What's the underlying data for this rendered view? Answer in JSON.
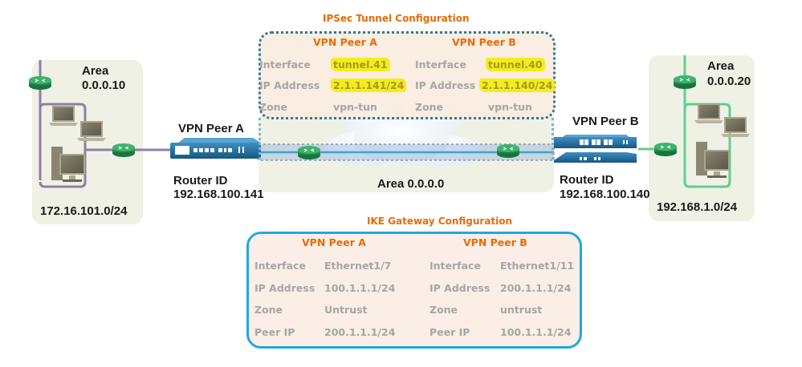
{
  "ipsec": {
    "title": "IPSec Tunnel Configuration",
    "peer_a": {
      "heading": "VPN Peer A",
      "rows": [
        {
          "key": "Interface",
          "value": "tunnel.41",
          "highlighted": true
        },
        {
          "key": "IP Address",
          "value": "2.1.1.141/24",
          "highlighted": true
        },
        {
          "key": "Zone",
          "value": "vpn-tun",
          "highlighted": false
        }
      ]
    },
    "peer_b": {
      "heading": "VPN Peer B",
      "rows": [
        {
          "key": "Interface",
          "value": "tunnel.40",
          "highlighted": true
        },
        {
          "key": "IP Address",
          "value": "2.1.1.140/24",
          "highlighted": true
        },
        {
          "key": "Zone",
          "value": "vpn-tun",
          "highlighted": false
        }
      ]
    }
  },
  "ike": {
    "title": "IKE Gateway Configuration",
    "peer_a": {
      "heading": "VPN Peer A",
      "rows": [
        {
          "key": "Interface",
          "value": "Ethernet1/7"
        },
        {
          "key": "IP Address",
          "value": "100.1.1.1/24"
        },
        {
          "key": "Zone",
          "value": "Untrust"
        },
        {
          "key": "Peer IP",
          "value": "200.1.1.1/24"
        }
      ]
    },
    "peer_b": {
      "heading": "VPN Peer B",
      "rows": [
        {
          "key": "Interface",
          "value": "Ethernet1/11"
        },
        {
          "key": "IP Address",
          "value": "200.1.1.1/24"
        },
        {
          "key": "Zone",
          "value": "untrust"
        },
        {
          "key": "Peer IP",
          "value": "100.1.1.1/24"
        }
      ]
    }
  },
  "left_site": {
    "area_label": "Area",
    "area_id": "0.0.0.10",
    "subnet": "172.16.101.0/24"
  },
  "right_site": {
    "area_label": "Area",
    "area_id": "0.0.0.20",
    "subnet": "192.168.1.0/24"
  },
  "backbone": {
    "area_label": "Area 0.0.0.0"
  },
  "peer_a": {
    "name": "VPN Peer A",
    "router_id_label": "Router ID",
    "router_id": "192.168.100.141"
  },
  "peer_b": {
    "name": "VPN Peer B",
    "router_id_label": "Router ID",
    "router_id": "192.168.100.140"
  },
  "colors": {
    "accent_orange": "#e46c0a",
    "highlight_yellow": "#f5ec1a",
    "left_link": "#8e7fa8",
    "right_link": "#5fcf8f",
    "tunnel_link": "#3ba3d9",
    "firewall_blue": "#1f6d9c",
    "router_green": "#1e8a4e"
  }
}
